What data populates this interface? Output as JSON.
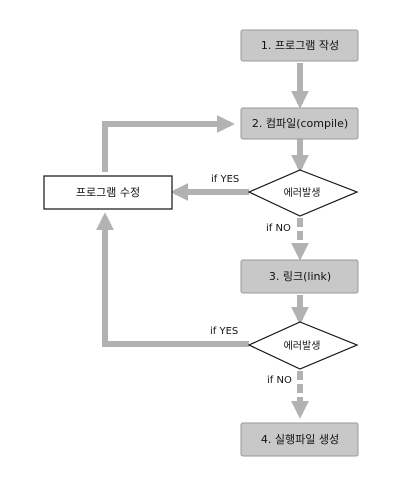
{
  "colors": {
    "box_fill": "#c8c8c8",
    "box_border": "#9a9a9a",
    "arrow": "#b2b2b2",
    "outline": "#111111",
    "text": "#111111"
  },
  "nodes": {
    "step1": "1. 프로그램 작성",
    "step2": "2. 컴파일(compile)",
    "decision1": "에러발생",
    "edit": "프로그램 수정",
    "step3": "3. 링크(link)",
    "decision2": "에러발생",
    "step4": "4. 실행파일 생성"
  },
  "edges": {
    "yes1": "if YES",
    "no1": "if NO",
    "yes2": "if YES",
    "no2": "if NO"
  }
}
